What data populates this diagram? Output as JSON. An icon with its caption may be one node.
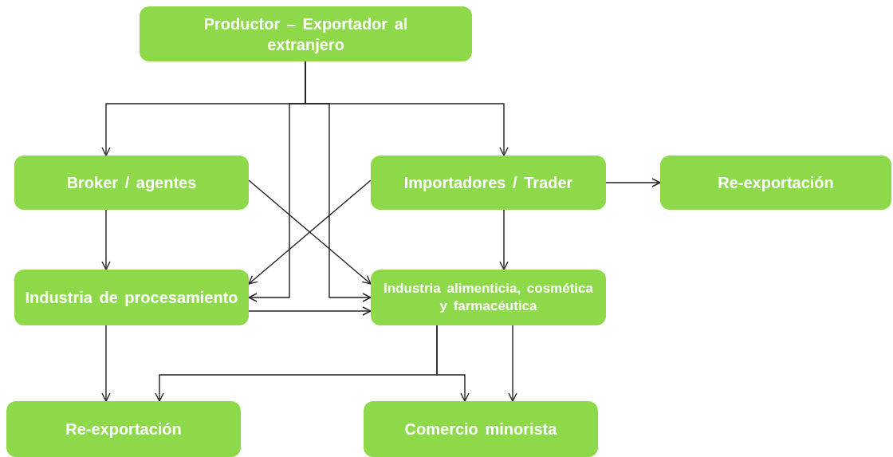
{
  "diagram": {
    "nodes": [
      {
        "text": [
          "Productor – Exportador al extranjero"
        ]
      },
      {
        "text": [
          "Broker / agentes"
        ]
      },
      {
        "text": [
          "Importadores / Trader"
        ]
      },
      {
        "text": [
          "Re-exportación"
        ]
      },
      {
        "text": [
          "Industria de procesamiento"
        ]
      },
      {
        "text": [
          "Industria alimenticia, cosmética y farmacéutica"
        ]
      },
      {
        "text": [
          "Re-exportación"
        ]
      },
      {
        "text": [
          "Comercio minorista"
        ]
      }
    ],
    "edges": [
      {
        "from": 0,
        "to": 1,
        "arrow": "to"
      },
      {
        "from": 0,
        "to": 2,
        "arrow": "to"
      },
      {
        "from": 0,
        "to": 4,
        "arrow": "to"
      },
      {
        "from": 0,
        "to": 5,
        "arrow": "to"
      },
      {
        "from": 1,
        "to": 5,
        "arrow": "to"
      },
      {
        "from": 2,
        "to": 4,
        "arrow": "to"
      },
      {
        "from": 2,
        "to": 3,
        "arrow": "to"
      },
      {
        "from": 1,
        "to": 4,
        "arrow": "to"
      },
      {
        "from": 2,
        "to": 5,
        "arrow": "to"
      },
      {
        "from": 4,
        "to": 5,
        "arrow": "to"
      },
      {
        "from": 4,
        "to": 6,
        "arrow": "to"
      },
      {
        "from": 5,
        "to": 6,
        "arrow": "to"
      },
      {
        "from": 5,
        "to": 7,
        "arrow": "to"
      },
      {
        "from": 5,
        "to": 7,
        "arrow": "to"
      }
    ]
  }
}
